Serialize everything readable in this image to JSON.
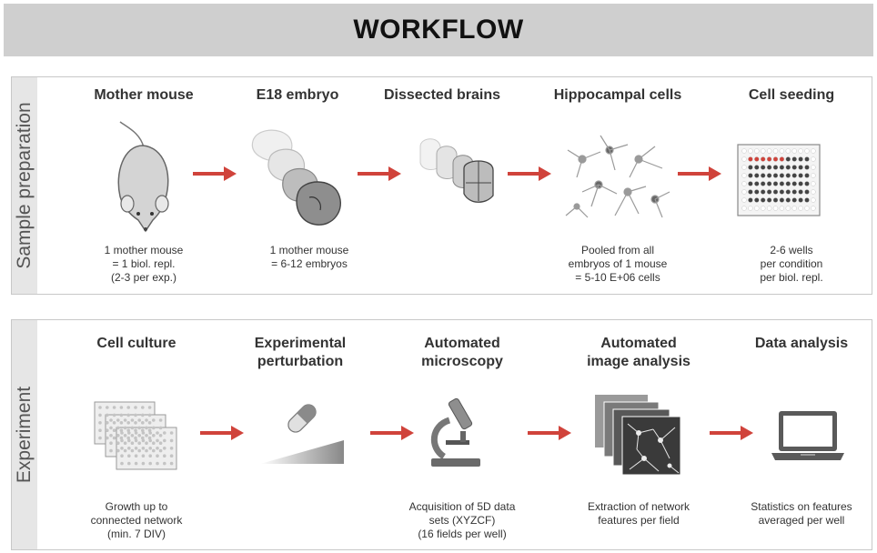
{
  "title": "WORKFLOW",
  "sample_preparation": {
    "label": "Sample preparation",
    "steps": [
      {
        "title": [
          "Mother mouse"
        ],
        "icon": "mouse-icon",
        "notes": [
          "1 mother mouse",
          "= 1 biol. repl.",
          "(2-3 per exp.)"
        ]
      },
      {
        "title": [
          "E18 embryo"
        ],
        "icon": "embryo-icon",
        "notes": [
          "1 mother mouse",
          "= 6-12 embryos"
        ]
      },
      {
        "title": [
          "Dissected brains"
        ],
        "icon": "brain-icon",
        "notes": []
      },
      {
        "title": [
          "Hippocampal cells"
        ],
        "icon": "neurons-icon",
        "notes": [
          "Pooled from all",
          "embryos of 1 mouse",
          "= 5-10 E+06 cells"
        ]
      },
      {
        "title": [
          "Cell seeding"
        ],
        "icon": "well-plate-icon",
        "notes": [
          "2-6 wells",
          "per condition",
          "per biol. repl."
        ]
      }
    ]
  },
  "experiment": {
    "label": "Experiment",
    "steps": [
      {
        "title": [
          "Cell culture"
        ],
        "icon": "plate-stack-icon",
        "notes": [
          "Growth up to",
          "connected network",
          "(min. 7 DIV)"
        ]
      },
      {
        "title": [
          "Experimental",
          "perturbation"
        ],
        "icon": "pill-gradient-icon",
        "notes": []
      },
      {
        "title": [
          "Automated",
          "microscopy"
        ],
        "icon": "microscope-icon",
        "notes": [
          "Acquisition of 5D data",
          "sets (XYZCF)",
          "(16 fields per well)"
        ]
      },
      {
        "title": [
          "Automated",
          "image analysis"
        ],
        "icon": "image-stack-icon",
        "notes": [
          "Extraction of network",
          "features per field"
        ]
      },
      {
        "title": [
          "Data analysis"
        ],
        "icon": "laptop-icon",
        "notes": [
          "Statistics on features",
          "averaged per well"
        ]
      }
    ]
  },
  "colors": {
    "arrow": "#d0433b",
    "banner": "#cfcfcf",
    "tab": "#e6e6e6",
    "icon_fill": "#d4d4d4",
    "icon_dark": "#5a5a5a",
    "highlight_well": "#d0433b"
  }
}
